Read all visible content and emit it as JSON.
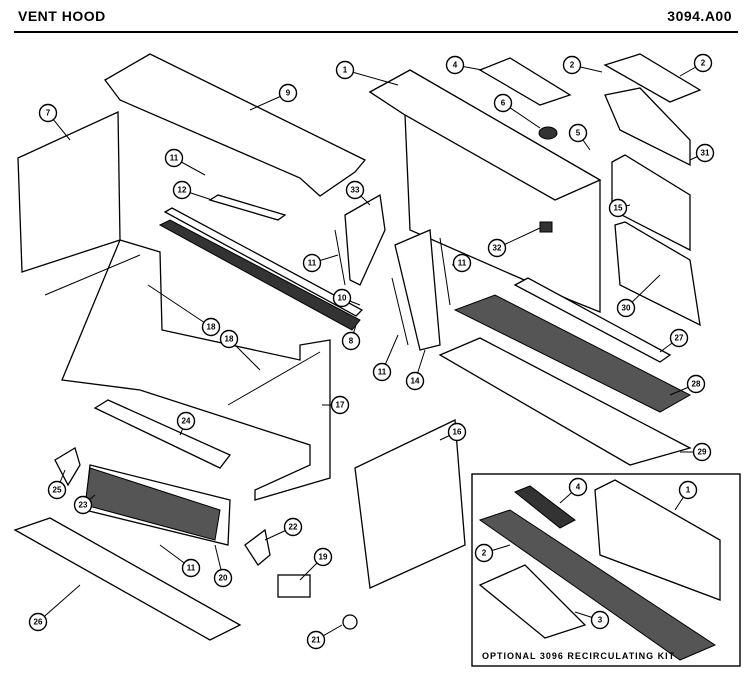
{
  "header": {
    "title": "VENT HOOD",
    "model": "3094.A00"
  },
  "kit": {
    "label": "OPTIONAL 3096 RECIRCULATING KIT"
  },
  "callouts": [
    "1",
    "4",
    "2",
    "2",
    "9",
    "7",
    "6",
    "5",
    "31",
    "11",
    "12",
    "33",
    "15",
    "11",
    "11",
    "32",
    "30",
    "18",
    "10",
    "8",
    "27",
    "18",
    "11",
    "14",
    "17",
    "28",
    "24",
    "16",
    "29",
    "25",
    "23",
    "22",
    "20",
    "11",
    "19",
    "26",
    "21",
    "4",
    "1",
    "2",
    "3"
  ]
}
